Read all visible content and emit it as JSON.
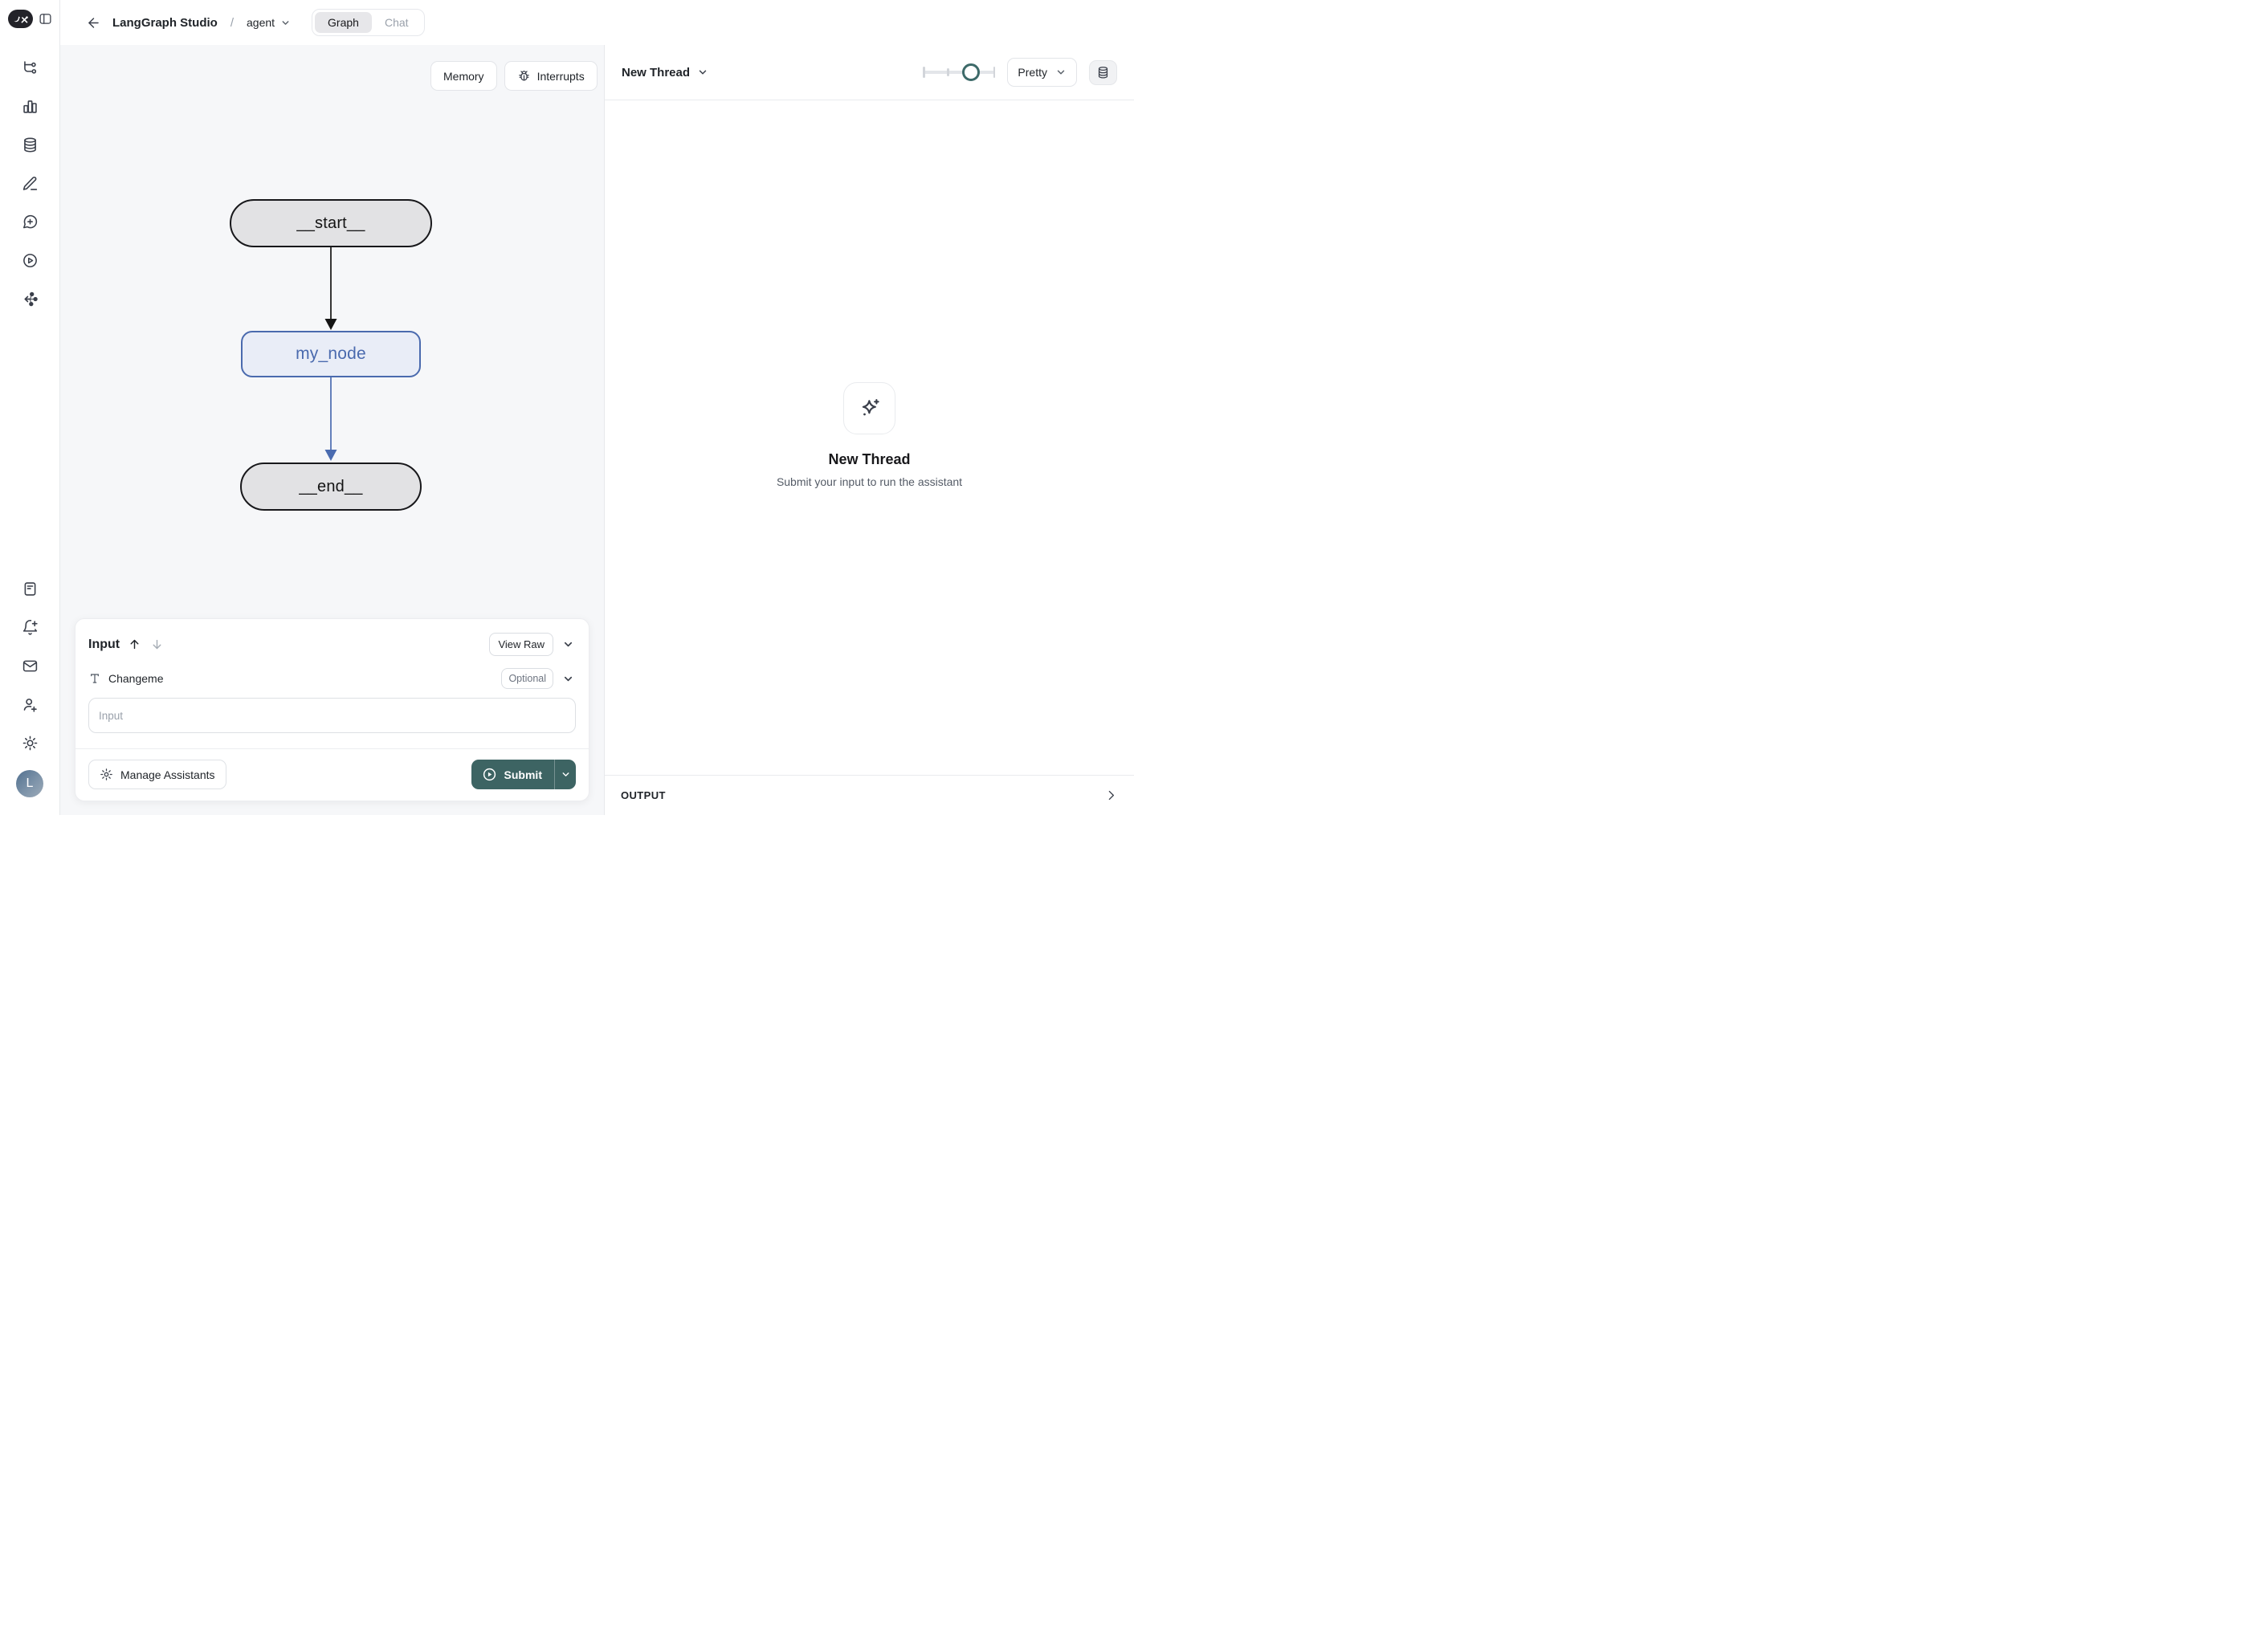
{
  "header": {
    "brand": "LangGraph Studio",
    "separator": "/",
    "agent_selector": "agent",
    "tabs": {
      "graph": "Graph",
      "chat": "Chat",
      "active_tab": "Graph"
    }
  },
  "sidebar": {
    "top_icons": [
      "branch-graph-icon",
      "bar-chart-icon",
      "database-icon",
      "pencil-icon",
      "new-chat-icon",
      "play-circle-icon",
      "deployments-icon"
    ],
    "bottom_icons": [
      "document-icon",
      "bell-plus-icon",
      "mail-icon",
      "user-plus-icon",
      "sun-icon"
    ],
    "avatar_initial": "L"
  },
  "canvas": {
    "toolbar": {
      "memory": "Memory",
      "interrupts": "Interrupts",
      "interrupts_icon": "bug-icon"
    },
    "graph": {
      "nodes": [
        {
          "id": "start",
          "label": "__start__",
          "type": "terminal"
        },
        {
          "id": "my_node",
          "label": "my_node",
          "type": "task"
        },
        {
          "id": "end",
          "label": "__end__",
          "type": "terminal"
        }
      ],
      "edges": [
        {
          "from": "__start__",
          "to": "my_node",
          "color": "#141414"
        },
        {
          "from": "my_node",
          "to": "__end__",
          "color": "#4a6bb0"
        }
      ]
    },
    "input_panel": {
      "title": "Input",
      "view_raw": "View Raw",
      "field_label": "Changeme",
      "optional_badge": "Optional",
      "placeholder": "Input",
      "manage_assistants": "Manage Assistants",
      "submit": "Submit"
    }
  },
  "thread_panel": {
    "thread_selector": "New Thread",
    "render_mode": "Pretty",
    "zoom_slider_pct": 66,
    "empty_state": {
      "icon": "sparkles-icon",
      "title": "New Thread",
      "subtitle": "Submit your input to run the assistant"
    },
    "output_label": "OUTPUT"
  },
  "colors": {
    "accent_teal": "#3d6463",
    "node_blue": "#4a6bb0",
    "node_gray_fill": "#e2e2e4",
    "canvas_bg": "#f6f7f9"
  }
}
